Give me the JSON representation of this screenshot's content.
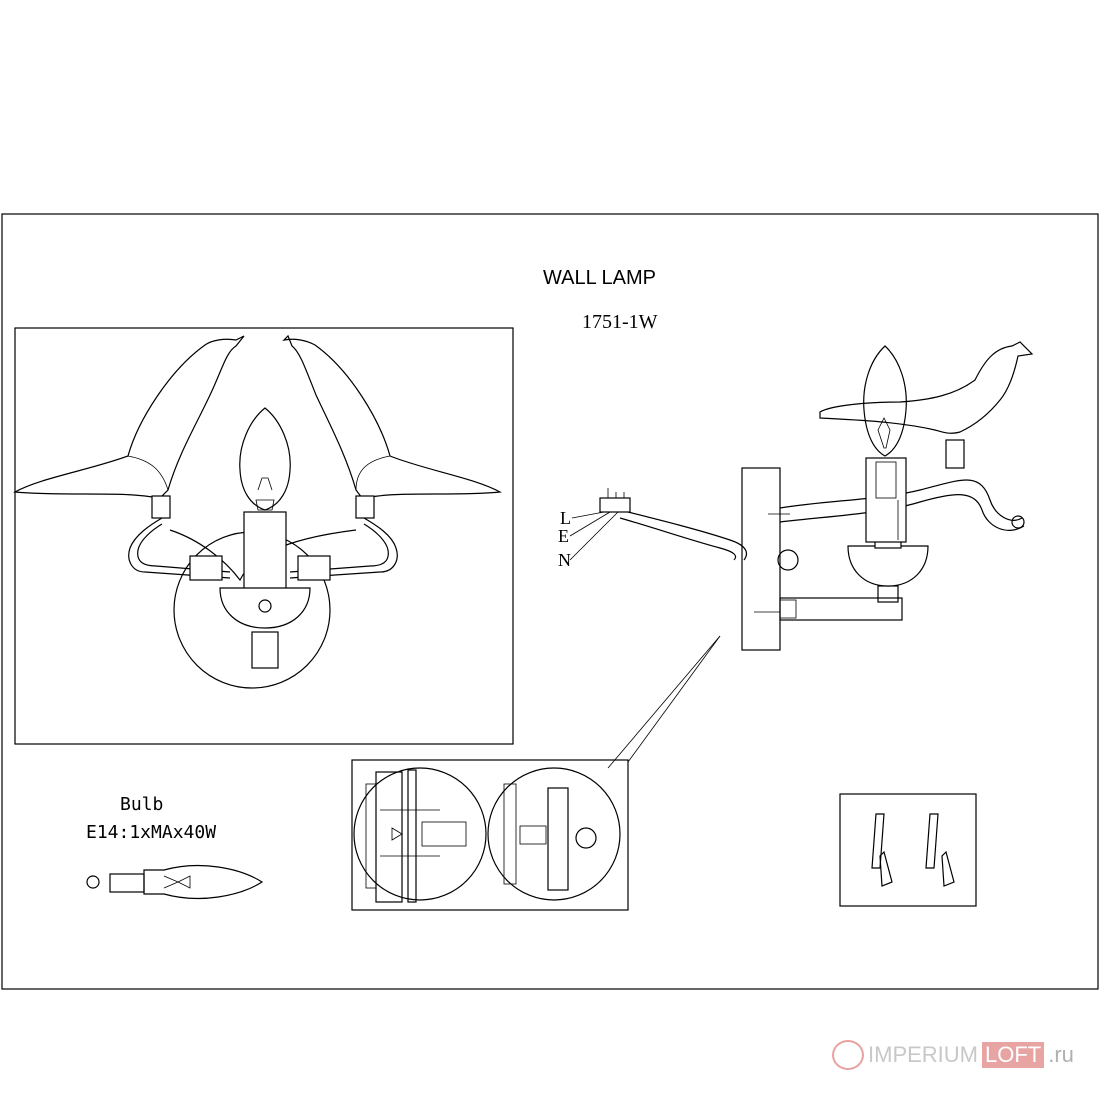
{
  "title": "WALL LAMP",
  "model": "1751-1W",
  "wiring": {
    "live": "L",
    "earth": "E",
    "neutral": "N"
  },
  "bulb": {
    "label": "Bulb",
    "spec": "E14:1xMAx40W"
  },
  "watermark": {
    "brand_a": "IMPERIUM",
    "brand_b": "LOFT",
    "tld": ".ru",
    "accent": "#e8a3a3"
  }
}
